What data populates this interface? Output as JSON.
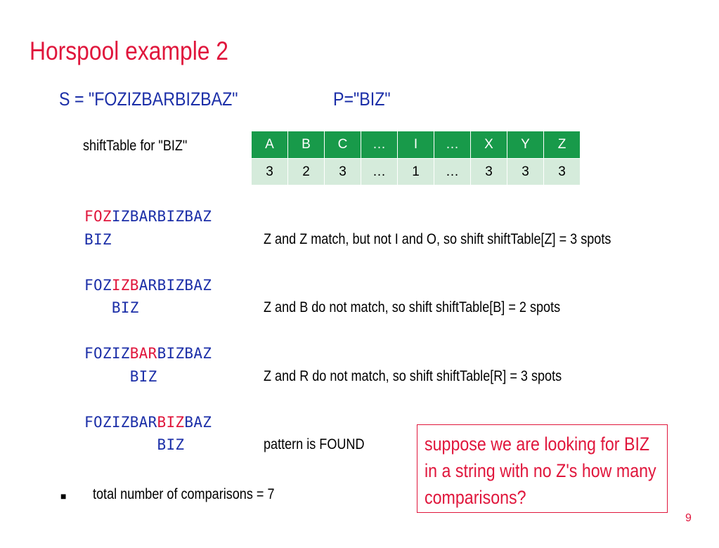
{
  "title": "Horspool example 2",
  "s_def": "S = \"FOZIZBARBIZBAZ\"",
  "p_def": "P=\"BIZ\"",
  "shift_label": "shiftTable for \"BIZ\"",
  "shift_table": {
    "headers": [
      "A",
      "B",
      "C",
      "…",
      "I",
      "…",
      "X",
      "Y",
      "Z"
    ],
    "values": [
      "3",
      "2",
      "3",
      "…",
      "1",
      "…",
      "3",
      "3",
      "3"
    ]
  },
  "steps": [
    {
      "text_pre": "",
      "text_hl": "FOZ",
      "text_post": "IZBARBIZBAZ",
      "pattern": "BIZ",
      "note": "Z and Z match, but not I and O, so shift shiftTable[Z] = 3 spots"
    },
    {
      "text_pre": "FOZ",
      "text_hl": "IZB",
      "text_post": "ARBIZBAZ",
      "pattern": "   BIZ",
      "note": "Z and B do not match, so shift shiftTable[B] = 2 spots"
    },
    {
      "text_pre": "FOZIZ",
      "text_hl": "BAR",
      "text_post": "BIZBAZ",
      "pattern": "     BIZ",
      "note": "Z and R do not match, so shift shiftTable[R] = 3 spots"
    },
    {
      "text_pre": "FOZIZBAR",
      "text_hl": "BIZ",
      "text_post": "BAZ",
      "pattern": "        BIZ",
      "note": "pattern is FOUND"
    }
  ],
  "bullet_text": "total number of comparisons = 7",
  "callout": "suppose we are looking for BIZ in a string with no Z's how many comparisons?",
  "page_number": "9",
  "colors": {
    "title": "#e0163c",
    "mono_text": "#1c2fa8",
    "table_header": "#189a4a",
    "table_row": "#d5ebdb"
  }
}
